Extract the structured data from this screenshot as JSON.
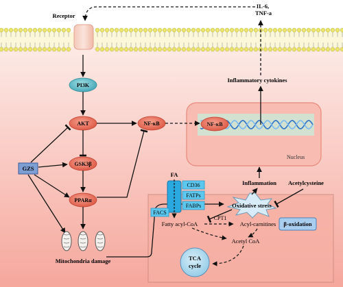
{
  "labels": {
    "receptor": "Receptor",
    "il6": "IL-6,",
    "tnfa": "TNF-a",
    "inflammatory_cytokines": "Inflammatory cytokines",
    "pi3k": "PI3K",
    "akt": "AKT",
    "gsk3b": "GSK3β",
    "ppara": "PPARα",
    "nfkb": "NF-κB",
    "nfkb_nucleus": "NF-κB",
    "nucleus": "Nucleus",
    "gzs": "GZS",
    "mito_damage": "Mitochondria damage",
    "inflammation": "Inflammation",
    "acetylcysteine": "Acetylcysteine",
    "oxidative_stress": "Oxidative stress",
    "fa": "FA",
    "cd36": "CD36",
    "fatps": "FATPs",
    "fabps": "FABPs",
    "facs": "FACS",
    "fatty_acyl_coa": "Fatty acyl-CoA",
    "cpt1": "CPT1",
    "acyl_carnitines": "Acyl-carnitines",
    "beta_oxidation": "β-oxidation",
    "acetyl_coa": "Acetyl CoA",
    "tca": "TCA",
    "cycle": "cycle"
  },
  "colors": {
    "node_teal": "#5fb8c4",
    "node_red": "#e86a55",
    "gzs_blue": "#7e9fd4",
    "box_blue": "#3bbde8",
    "beta_ox_fill": "#9fc4e8",
    "nucleus_fill": "#f7b7ac",
    "membrane_yellow": "#e9e36a",
    "cell_top": "#fde6e2",
    "cell_bottom": "#f49b90"
  }
}
